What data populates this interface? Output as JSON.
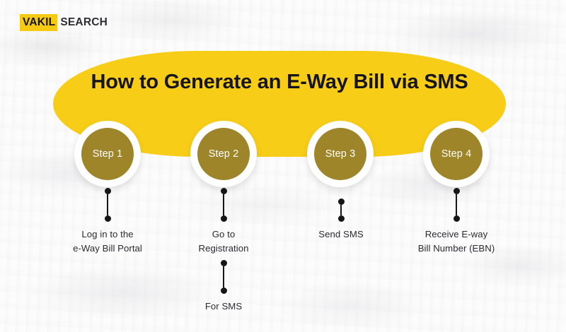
{
  "brand": {
    "name_highlight": "VAKIL",
    "name_rest": "SEARCH",
    "highlight_color": "#F6C913"
  },
  "banner": {
    "title": "How to Generate an E-Way Bill via SMS",
    "background_color": "#F7CD17",
    "title_color": "#16161a"
  },
  "theme": {
    "circle_fill": "#9E8529",
    "circle_ring": "#ffffff",
    "connector_color": "#161618",
    "caption_color": "#2b2b31",
    "page_background": "#fcfcfc"
  },
  "steps": [
    {
      "badge": "Step 1",
      "caption_line1": "Log in to the",
      "caption_line2": "e-Way Bill Portal"
    },
    {
      "badge": "Step 2",
      "caption_line1": "Go to",
      "caption_line2": "Registration",
      "sub_caption": "For SMS"
    },
    {
      "badge": "Step 3",
      "caption_line1": "Send SMS",
      "caption_line2": ""
    },
    {
      "badge": "Step 4",
      "caption_line1": "Receive E-way",
      "caption_line2": "Bill Number (EBN)"
    }
  ]
}
